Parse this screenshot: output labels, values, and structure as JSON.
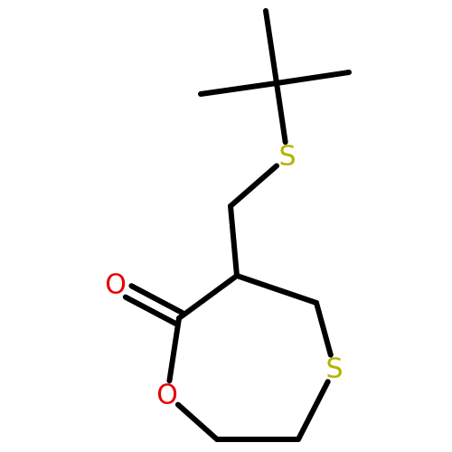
{
  "molecule": {
    "atoms": [
      {
        "id": "ctb",
        "element": "C"
      },
      {
        "id": "me1",
        "element": "C"
      },
      {
        "id": "me2",
        "element": "C"
      },
      {
        "id": "me3",
        "element": "C"
      },
      {
        "id": "s1",
        "element": "S",
        "label": "S",
        "color": "#b3b300"
      },
      {
        "id": "ch2",
        "element": "C"
      },
      {
        "id": "c6",
        "element": "C"
      },
      {
        "id": "c7",
        "element": "C"
      },
      {
        "id": "oc",
        "element": "O",
        "label": "O",
        "color": "#e60000"
      },
      {
        "id": "or",
        "element": "O",
        "label": "O",
        "color": "#e60000"
      },
      {
        "id": "c2",
        "element": "C"
      },
      {
        "id": "c3",
        "element": "C"
      },
      {
        "id": "s4",
        "element": "S",
        "label": "S",
        "color": "#b3b300"
      },
      {
        "id": "c5",
        "element": "C"
      }
    ],
    "bonds": [
      {
        "from": "ctb",
        "to": "me1",
        "order": 1
      },
      {
        "from": "ctb",
        "to": "me2",
        "order": 1
      },
      {
        "from": "ctb",
        "to": "me3",
        "order": 1
      },
      {
        "from": "ctb",
        "to": "s1",
        "order": 1
      },
      {
        "from": "s1",
        "to": "ch2",
        "order": 1
      },
      {
        "from": "ch2",
        "to": "c6",
        "order": 1
      },
      {
        "from": "c6",
        "to": "c7",
        "order": 1
      },
      {
        "from": "c7",
        "to": "oc",
        "order": 2
      },
      {
        "from": "c7",
        "to": "or",
        "order": 1
      },
      {
        "from": "or",
        "to": "c2",
        "order": 1
      },
      {
        "from": "c2",
        "to": "c3",
        "order": 1
      },
      {
        "from": "c3",
        "to": "s4",
        "order": 1
      },
      {
        "from": "s4",
        "to": "c5",
        "order": 1
      },
      {
        "from": "c5",
        "to": "c6",
        "order": 1
      }
    ]
  }
}
